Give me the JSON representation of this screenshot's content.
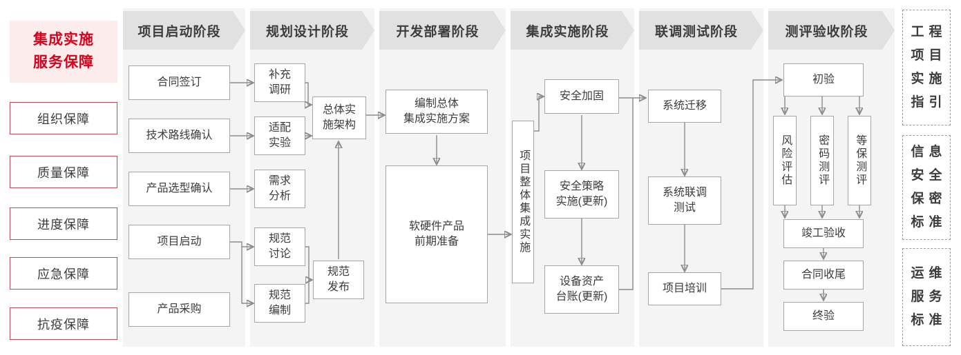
{
  "sidebar": {
    "title": "集成实施\n服务保障",
    "items": [
      {
        "label": "组织保障"
      },
      {
        "label": "质量保障"
      },
      {
        "label": "进度保障"
      },
      {
        "label": "应急保障"
      },
      {
        "label": "抗疫保障"
      }
    ]
  },
  "phases": [
    {
      "label": "项目启动阶段"
    },
    {
      "label": "规划设计阶段"
    },
    {
      "label": "开发部署阶段"
    },
    {
      "label": "集成实施阶段"
    },
    {
      "label": "联调测试阶段"
    },
    {
      "label": "测评验收阶段"
    }
  ],
  "nodes": {
    "contract_signing": "合同签订",
    "tech_route": "技术路线确认",
    "product_selection": "产品选型确认",
    "project_kickoff": "项目启动",
    "product_procurement": "产品采购",
    "supplementary_research": "补充\n调研",
    "adaptation_test": "适配\n实验",
    "requirement_analysis": "需求\n分析",
    "spec_discussion": "规范\n讨论",
    "spec_compilation": "规范\n编制",
    "overall_architecture": "总体实\n施架构",
    "spec_release": "规范\n发布",
    "overall_plan": "编制总体\n集成实施方案",
    "product_preparation": "软硬件产品\n前期准备",
    "overall_integration": "项目整体集成实施",
    "security_hardening": "安全加固",
    "security_policy": "安全策略\n实施(更新)",
    "asset_ledger": "设备资产\n台账(更新)",
    "system_migration": "系统迁移",
    "joint_testing": "系统联调\n测试",
    "project_training": "项目培训",
    "initial_acceptance": "初验",
    "risk_assessment": "风险评估",
    "crypto_evaluation": "密码测评",
    "classified_evaluation": "等保测评",
    "completion_acceptance": "竣工验收",
    "contract_closure": "合同收尾",
    "final_acceptance": "终验"
  },
  "references": [
    {
      "label": "工程\n项目\n实施\n指引"
    },
    {
      "label": "信息\n安全\n保密\n标准"
    },
    {
      "label": "运维\n服务\n标准"
    }
  ],
  "colors": {
    "accent_red": "#d9001b",
    "sidebar_border": "#c2455a",
    "band_gray": "#f4f4f4",
    "header_gray": "#e1e1e1",
    "line_gray": "#8c8c8c"
  }
}
